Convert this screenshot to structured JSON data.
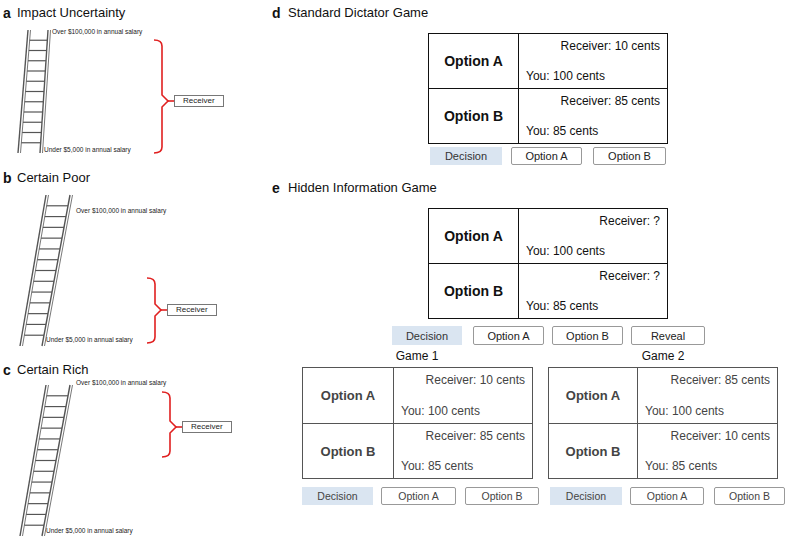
{
  "diagram": {
    "nodes": [
      {
        "text": [
          "Receiver"
        ]
      },
      {
        "text": [
          "Receiver"
        ]
      },
      {
        "text": [
          "Receiver"
        ]
      },
      {
        "text": [
          "Option A"
        ]
      },
      {
        "text": [
          "Receiver: 10 cents",
          "You: 100 cents"
        ]
      },
      {
        "text": [
          "Option B"
        ]
      },
      {
        "text": [
          "Receiver: 85 cents",
          "You: 85 cents"
        ]
      },
      {
        "text": [
          "Decision"
        ]
      },
      {
        "text": [
          "Option A"
        ]
      },
      {
        "text": [
          "Option B"
        ]
      },
      {
        "text": [
          "Option A"
        ]
      },
      {
        "text": [
          "Receiver: ?",
          "You: 100 cents"
        ]
      },
      {
        "text": [
          "Option B"
        ]
      },
      {
        "text": [
          "Receiver: ?",
          "You: 85 cents"
        ]
      },
      {
        "text": [
          "Decision"
        ]
      },
      {
        "text": [
          "Option A"
        ]
      },
      {
        "text": [
          "Option B"
        ]
      },
      {
        "text": [
          "Reveal"
        ]
      },
      {
        "text": [
          "Option A"
        ]
      },
      {
        "text": [
          "Receiver: 10 cents",
          "You: 100 cents"
        ]
      },
      {
        "text": [
          "Option B"
        ]
      },
      {
        "text": [
          "Receiver: 85 cents",
          "You: 85 cents"
        ]
      },
      {
        "text": [
          "Decision"
        ]
      },
      {
        "text": [
          "Option A"
        ]
      },
      {
        "text": [
          "Option B"
        ]
      },
      {
        "text": [
          "Option A"
        ]
      },
      {
        "text": [
          "Receiver: 85 cents",
          "You: 100 cents"
        ]
      },
      {
        "text": [
          "Option B"
        ]
      },
      {
        "text": [
          "Receiver: 10 cents",
          "You: 85 cents"
        ]
      },
      {
        "text": [
          "Decision"
        ]
      },
      {
        "text": [
          "Option A"
        ]
      },
      {
        "text": [
          "Option B"
        ]
      }
    ],
    "labels": [
      "a",
      "Impact Uncertainty",
      "Over $100,000 in annual salary",
      "Under $5,000 in annual salary",
      "b",
      "Certain Poor",
      "Over $100,000 in annual salary",
      "Under $5,000 in annual salary",
      "c",
      "Certain Rich",
      "Over $100,000 in annual salary",
      "Under $5,000 in annual salary",
      "d",
      "Standard Dictator Game",
      "e",
      "Hidden Information Game",
      "Game 1",
      "Game 2"
    ]
  }
}
